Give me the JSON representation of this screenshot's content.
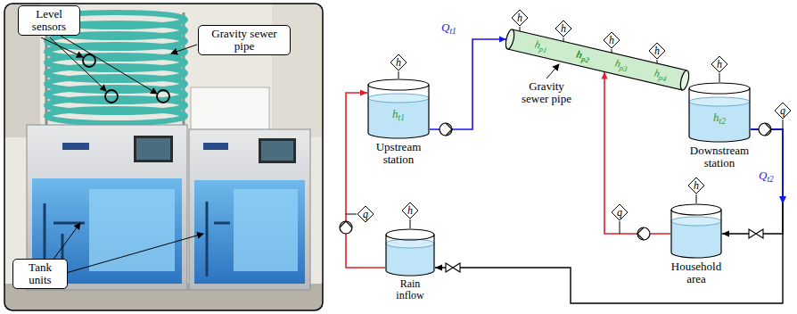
{
  "diagram": {
    "nodes": [
      {
        "text": [
          "Level sensors"
        ]
      },
      {
        "text": [
          "Gravity sewer pipe"
        ]
      },
      {
        "text": [
          "Tank units"
        ]
      },
      {
        "text": [
          "ht1",
          "Upstream station"
        ]
      },
      {
        "text": [
          "hp1",
          "hp2",
          "hp3",
          "hp4"
        ]
      },
      {
        "text": [
          "ht2",
          "Downstream station"
        ]
      },
      {
        "text": [
          "Household area"
        ]
      },
      {
        "text": [
          "Rain inflow"
        ]
      },
      {
        "text": [
          "h"
        ]
      },
      {
        "text": [
          "h"
        ]
      },
      {
        "text": [
          "h"
        ]
      },
      {
        "text": [
          "h"
        ]
      },
      {
        "text": [
          "h"
        ]
      },
      {
        "text": [
          "h"
        ]
      },
      {
        "text": [
          "h"
        ]
      },
      {
        "text": [
          "h"
        ]
      },
      {
        "text": [
          "q"
        ]
      },
      {
        "text": [
          "q"
        ]
      },
      {
        "text": [
          "q"
        ]
      }
    ],
    "edges": [
      {
        "from": 3,
        "to": 4,
        "arrow": "to",
        "label": "Qt1"
      },
      {
        "from": 5,
        "to": 6,
        "arrow": "to",
        "label": "Qt2"
      },
      {
        "from": 5,
        "to": 7,
        "arrow": "to"
      },
      {
        "from": 7,
        "to": 3,
        "arrow": "to"
      },
      {
        "from": 6,
        "to": 4,
        "arrow": "to"
      },
      {
        "from": 8,
        "to": 3,
        "arrow": "none"
      },
      {
        "from": 9,
        "to": 4,
        "arrow": "none"
      },
      {
        "from": 10,
        "to": 4,
        "arrow": "none"
      },
      {
        "from": 11,
        "to": 4,
        "arrow": "none"
      },
      {
        "from": 12,
        "to": 4,
        "arrow": "none"
      },
      {
        "from": 13,
        "to": 5,
        "arrow": "none"
      },
      {
        "from": 14,
        "to": 6,
        "arrow": "none"
      },
      {
        "from": 15,
        "to": 7,
        "arrow": "none"
      }
    ],
    "labels": [
      "Gravity sewer pipe"
    ]
  }
}
